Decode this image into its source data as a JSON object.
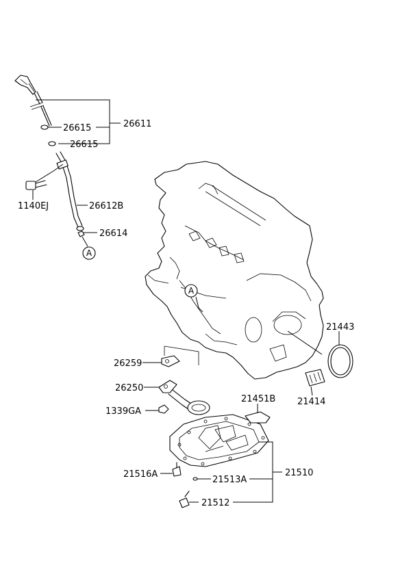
{
  "labels": {
    "p26611": "26611",
    "p26615a": "26615",
    "p26615b": "26615",
    "p1140EJ": "1140EJ",
    "p26612B": "26612B",
    "p26614": "26614",
    "refA1": "A",
    "refA2": "A",
    "p26259": "26259",
    "p26250": "26250",
    "p1339GA": "1339GA",
    "p21451B": "21451B",
    "p21443": "21443",
    "p21414": "21414",
    "p21516A": "21516A",
    "p21513A": "21513A",
    "p21510": "21510",
    "p21512": "21512"
  }
}
